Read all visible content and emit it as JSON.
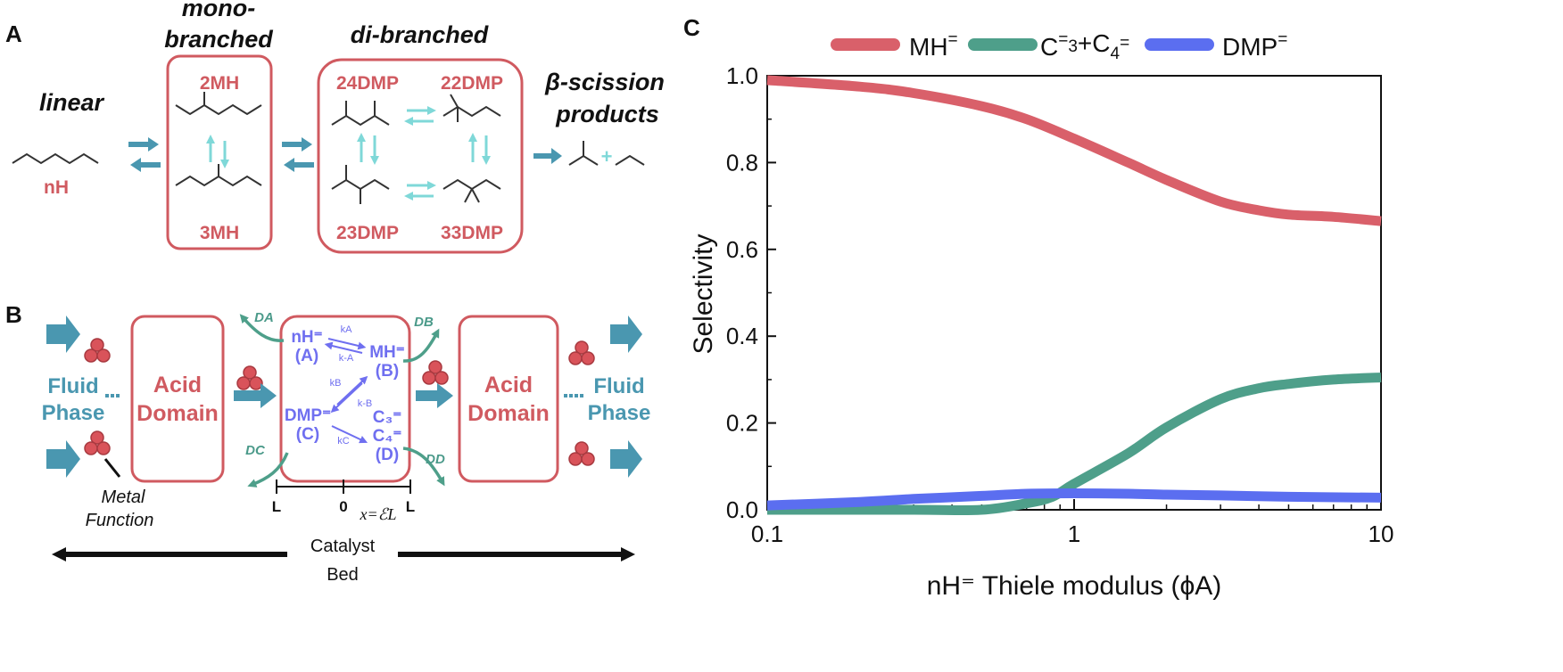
{
  "panels": {
    "a": "A",
    "b": "B",
    "c": "C"
  },
  "panel_a": {
    "linear": "linear",
    "nH": "nH",
    "mono_line1": "mono-",
    "mono_line2": "branched",
    "di": "di-branched",
    "beta_line1": "β-scission",
    "beta_line2": "products",
    "isomers": {
      "m2": "2MH",
      "m3": "3MH",
      "d24": "24DMP",
      "d22": "22DMP",
      "d23": "23DMP",
      "d33": "33DMP"
    },
    "plus": "+"
  },
  "panel_b": {
    "fluid_left_1": "Fluid",
    "fluid_left_2": "Phase",
    "fluid_right_1": "Fluid",
    "fluid_right_2": "Phase",
    "acid_1": "Acid",
    "acid_2": "Domain",
    "acid_r1": "Acid",
    "acid_r2": "Domain",
    "metal_1": "Metal",
    "metal_2": "Function",
    "nh": "nH⁼",
    "nh_sub": "(A)",
    "mh": "MH⁼",
    "mh_sub": "(B)",
    "dmp": "DMP⁼",
    "dmp_sub": "(C)",
    "c3": "C₃⁼",
    "c4": "C₄⁼",
    "c_sub": "(D)",
    "kA": "kA",
    "kmA": "k-A",
    "kB": "kB",
    "kmB": "k-B",
    "kC": "kC",
    "DA": "DA",
    "DB": "DB",
    "DC": "DC",
    "DD": "DD",
    "axis_l1": "L",
    "axis_0": "0",
    "axis_l2": "L",
    "axis_x": "x=ℰL",
    "bed_1": "Catalyst",
    "bed_2": "Bed"
  },
  "colors": {
    "mh": "#d9606a",
    "c34": "#4e9f8a",
    "dmp": "#5b6ef0",
    "box": "#d05a60",
    "arrow": "#4a97b0",
    "cyan": "#7fd8d8"
  },
  "chart_data": {
    "type": "line",
    "title": "",
    "xlabel": "nH⁼ Thiele modulus (ϕA)",
    "ylabel": "Selectivity",
    "xscale": "log",
    "xlim": [
      0.1,
      10
    ],
    "ylim": [
      0,
      1.0
    ],
    "xticks": [
      "0.1",
      "1",
      "10"
    ],
    "yticks": [
      "0.0",
      "0.2",
      "0.4",
      "0.6",
      "0.8",
      "1.0"
    ],
    "legend_position": "top",
    "series": [
      {
        "name": "MH⁼",
        "color": "#d9606a",
        "x": [
          0.1,
          0.2,
          0.3,
          0.5,
          0.7,
          1.0,
          1.5,
          2.0,
          3.0,
          4.0,
          5.0,
          7.0,
          10.0
        ],
        "y": [
          0.99,
          0.975,
          0.96,
          0.93,
          0.9,
          0.855,
          0.8,
          0.76,
          0.71,
          0.69,
          0.68,
          0.675,
          0.665
        ]
      },
      {
        "name": "C⁼3+C4⁼",
        "color": "#4e9f8a",
        "x": [
          0.1,
          0.3,
          0.5,
          0.7,
          0.85,
          1.0,
          1.5,
          2.0,
          3.0,
          4.0,
          5.0,
          7.0,
          10.0
        ],
        "y": [
          0.0,
          0.0,
          0.0,
          0.015,
          0.03,
          0.06,
          0.13,
          0.19,
          0.255,
          0.28,
          0.29,
          0.3,
          0.305
        ]
      },
      {
        "name": "DMP⁼",
        "color": "#5b6ef0",
        "x": [
          0.1,
          0.2,
          0.3,
          0.5,
          0.7,
          1.0,
          1.5,
          2.0,
          3.0,
          5.0,
          10.0
        ],
        "y": [
          0.01,
          0.018,
          0.025,
          0.032,
          0.037,
          0.038,
          0.037,
          0.035,
          0.033,
          0.03,
          0.028
        ]
      }
    ]
  }
}
